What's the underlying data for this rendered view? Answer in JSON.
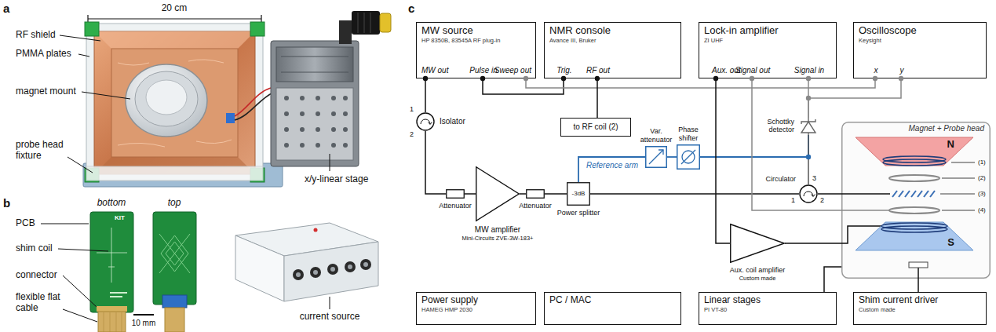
{
  "diagram": {
    "nodes": [
      {
        "text": [
          "MW source",
          "HP 8350B, 83545A RF plug-in",
          "MW out",
          "Pulse in",
          "Sweep out"
        ]
      },
      {
        "text": [
          "NMR console",
          "Avance III, Bruker",
          "Trig.",
          "RF out"
        ]
      },
      {
        "text": [
          "Lock-in amplifier",
          "ZI UHF",
          "Aux. out",
          "Signal out",
          "Signal in"
        ]
      },
      {
        "text": [
          "Oscilloscope",
          "Keysight",
          "x",
          "y"
        ]
      },
      {
        "text": [
          "Isolator"
        ]
      },
      {
        "text": [
          "to RF coil (2)"
        ]
      },
      {
        "text": [
          "Var. attenuator"
        ]
      },
      {
        "text": [
          "Phase shifter"
        ]
      },
      {
        "text": [
          "Schottky detector"
        ]
      },
      {
        "text": [
          "Attenuator"
        ]
      },
      {
        "text": [
          "MW amplifier",
          "Mini-Circuits ZVE-3W-183+"
        ]
      },
      {
        "text": [
          "Attenuator"
        ]
      },
      {
        "text": [
          "-3dB",
          "Power splitter"
        ]
      },
      {
        "text": [
          "Circulator"
        ]
      },
      {
        "text": [
          "Magnet + Probe head"
        ]
      },
      {
        "text": [
          "N"
        ],
        "in": 14
      },
      {
        "text": [
          "S"
        ],
        "in": 14
      },
      {
        "text": [
          "Aux. coil amplifier",
          "Custom made"
        ]
      },
      {
        "text": [
          "Power supply",
          "HAMEG HMP 2030"
        ]
      },
      {
        "text": [
          "PC / MAC"
        ]
      },
      {
        "text": [
          "Linear stages",
          "PI VT-80"
        ]
      },
      {
        "text": [
          "Shim current driver",
          "Custom made"
        ]
      }
    ],
    "edges": [
      {
        "from": 0,
        "to": 4,
        "arrow": "none"
      },
      {
        "from": 4,
        "to": 9,
        "arrow": "none"
      },
      {
        "from": 9,
        "to": 10,
        "arrow": "none"
      },
      {
        "from": 10,
        "to": 11,
        "arrow": "none"
      },
      {
        "from": 11,
        "to": 12,
        "arrow": "none"
      },
      {
        "from": 12,
        "to": 6,
        "arrow": "none"
      },
      {
        "from": 6,
        "to": 7,
        "arrow": "none"
      },
      {
        "from": 7,
        "to": 8,
        "arrow": "none"
      },
      {
        "from": 12,
        "to": 13,
        "arrow": "none"
      },
      {
        "from": 13,
        "to": 8,
        "arrow": "none"
      },
      {
        "from": 13,
        "to": 14,
        "arrow": "none"
      },
      {
        "from": 8,
        "to": 2,
        "arrow": "none"
      },
      {
        "from": 8,
        "to": 3,
        "arrow": "none"
      },
      {
        "from": 0,
        "to": 1,
        "arrow": "none"
      },
      {
        "from": 0,
        "to": 3,
        "arrow": "none"
      },
      {
        "from": 1,
        "to": 5,
        "arrow": "none"
      },
      {
        "from": 2,
        "to": 14,
        "arrow": "none"
      },
      {
        "from": 2,
        "to": 17,
        "arrow": "none"
      },
      {
        "from": 17,
        "to": 14,
        "arrow": "none"
      },
      {
        "from": 20,
        "to": 14,
        "arrow": "none"
      },
      {
        "from": 21,
        "to": 14,
        "arrow": "none"
      }
    ],
    "labels": [
      "a",
      "20 cm",
      "RF shield",
      "PMMA plates",
      "magnet mount",
      "probe head fixture",
      "x/y-linear stage",
      "b",
      "bottom",
      "top",
      "KIT",
      "PCB",
      "shim coil",
      "connector",
      "flexible flat cable",
      "10 mm",
      "current source",
      "c",
      "1",
      "2",
      "1",
      "2",
      "3",
      "Reference arm",
      "(1)",
      "(2)",
      "(3)",
      "(4)"
    ]
  }
}
